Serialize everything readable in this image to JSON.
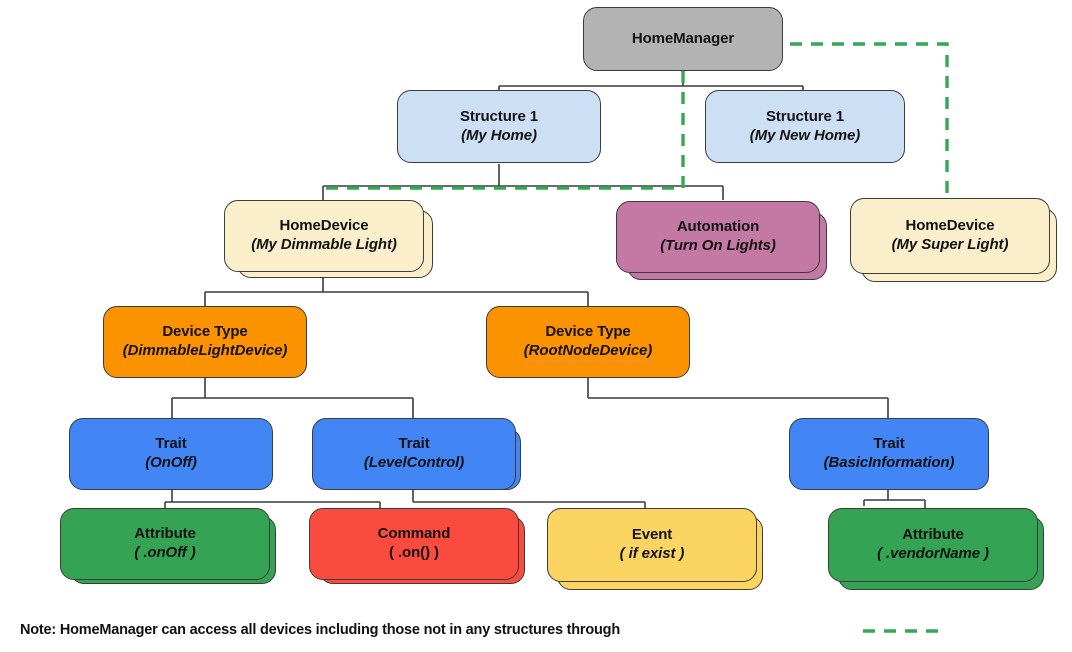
{
  "diagram": {
    "title_node": "HomeManager",
    "note": "Note: HomeManager can access all devices including those not in any structures through",
    "colors": {
      "home_manager": "#b3b3b3",
      "structure": "#ccdff4",
      "home_device": "#faeecb",
      "automation": "#c379a4",
      "device_type": "#fb9200",
      "trait": "#4285f4",
      "attribute": "#34a353",
      "command": "#fb4b3e",
      "event": "#fcd462",
      "stroke": "#3c3c3c",
      "dashed_link": "#34a853",
      "note_text": "#111111"
    },
    "nodes": [
      {
        "id": "home-manager",
        "name": "home-manager-node",
        "line1": "HomeManager",
        "line2": "",
        "fill": "#b3b3b3",
        "stacked": false,
        "italic2": true
      },
      {
        "id": "structure-1",
        "name": "structure-my-home-node",
        "line1": "Structure 1",
        "line2": "(My Home)",
        "fill": "#ccdff4",
        "stacked": false,
        "italic2": true
      },
      {
        "id": "structure-2",
        "name": "structure-my-new-home-node",
        "line1": "Structure 1",
        "line2": "(My New Home)",
        "fill": "#ccdff4",
        "stacked": false,
        "italic2": true
      },
      {
        "id": "home-device-1",
        "name": "home-device-my-dimmable-light-node",
        "line1": "HomeDevice",
        "line2": "(My Dimmable Light)",
        "fill": "#faeecb",
        "stacked": true,
        "italic2": true
      },
      {
        "id": "automation",
        "name": "automation-turn-on-lights-node",
        "line1": "Automation",
        "line2": "(Turn On Lights)",
        "fill": "#c379a4",
        "stacked": true,
        "italic2": true
      },
      {
        "id": "home-device-2",
        "name": "home-device-my-super-light-node",
        "line1": "HomeDevice",
        "line2": "(My Super Light)",
        "fill": "#faeecb",
        "stacked": true,
        "italic2": true
      },
      {
        "id": "device-type-1",
        "name": "device-type-dimmable-light-device-node",
        "line1": "Device Type",
        "line2": "(DimmableLightDevice)",
        "fill": "#fb9200",
        "stacked": false,
        "italic2": true
      },
      {
        "id": "device-type-2",
        "name": "device-type-root-node-device-node",
        "line1": "Device Type",
        "line2": "(RootNodeDevice)",
        "fill": "#fb9200",
        "stacked": false,
        "italic2": true
      },
      {
        "id": "trait-onoff",
        "name": "trait-onoff-node",
        "line1": "Trait",
        "line2": "(OnOff)",
        "fill": "#4285f4",
        "stacked": false,
        "italic2": true
      },
      {
        "id": "trait-levelcontrol",
        "name": "trait-levelcontrol-node",
        "line1": "Trait",
        "line2": "(LevelControl)",
        "fill": "#4285f4",
        "stacked": true,
        "italic2": true
      },
      {
        "id": "trait-basicinfo",
        "name": "trait-basicinformation-node",
        "line1": "Trait",
        "line2": "(BasicInformation)",
        "fill": "#4285f4",
        "stacked": false,
        "italic2": true
      },
      {
        "id": "attr-onoff",
        "name": "attribute-onoff-node",
        "line1": "Attribute",
        "line2": "( .onOff )",
        "fill": "#34a353",
        "stacked": true,
        "italic2": true
      },
      {
        "id": "command-on",
        "name": "command-on-node",
        "line1": "Command",
        "line2": "( .on() )",
        "fill": "#fb4b3e",
        "stacked": true,
        "italic2": false
      },
      {
        "id": "event-ifexist",
        "name": "event-if-exist-node",
        "line1": "Event",
        "line2": "( if exist )",
        "fill": "#fcd462",
        "stacked": true,
        "italic2": true
      },
      {
        "id": "attr-vendorname",
        "name": "attribute-vendorname-node",
        "line1": "Attribute",
        "line2": "( .vendorName )",
        "fill": "#34a353",
        "stacked": true,
        "italic2": true
      }
    ]
  }
}
